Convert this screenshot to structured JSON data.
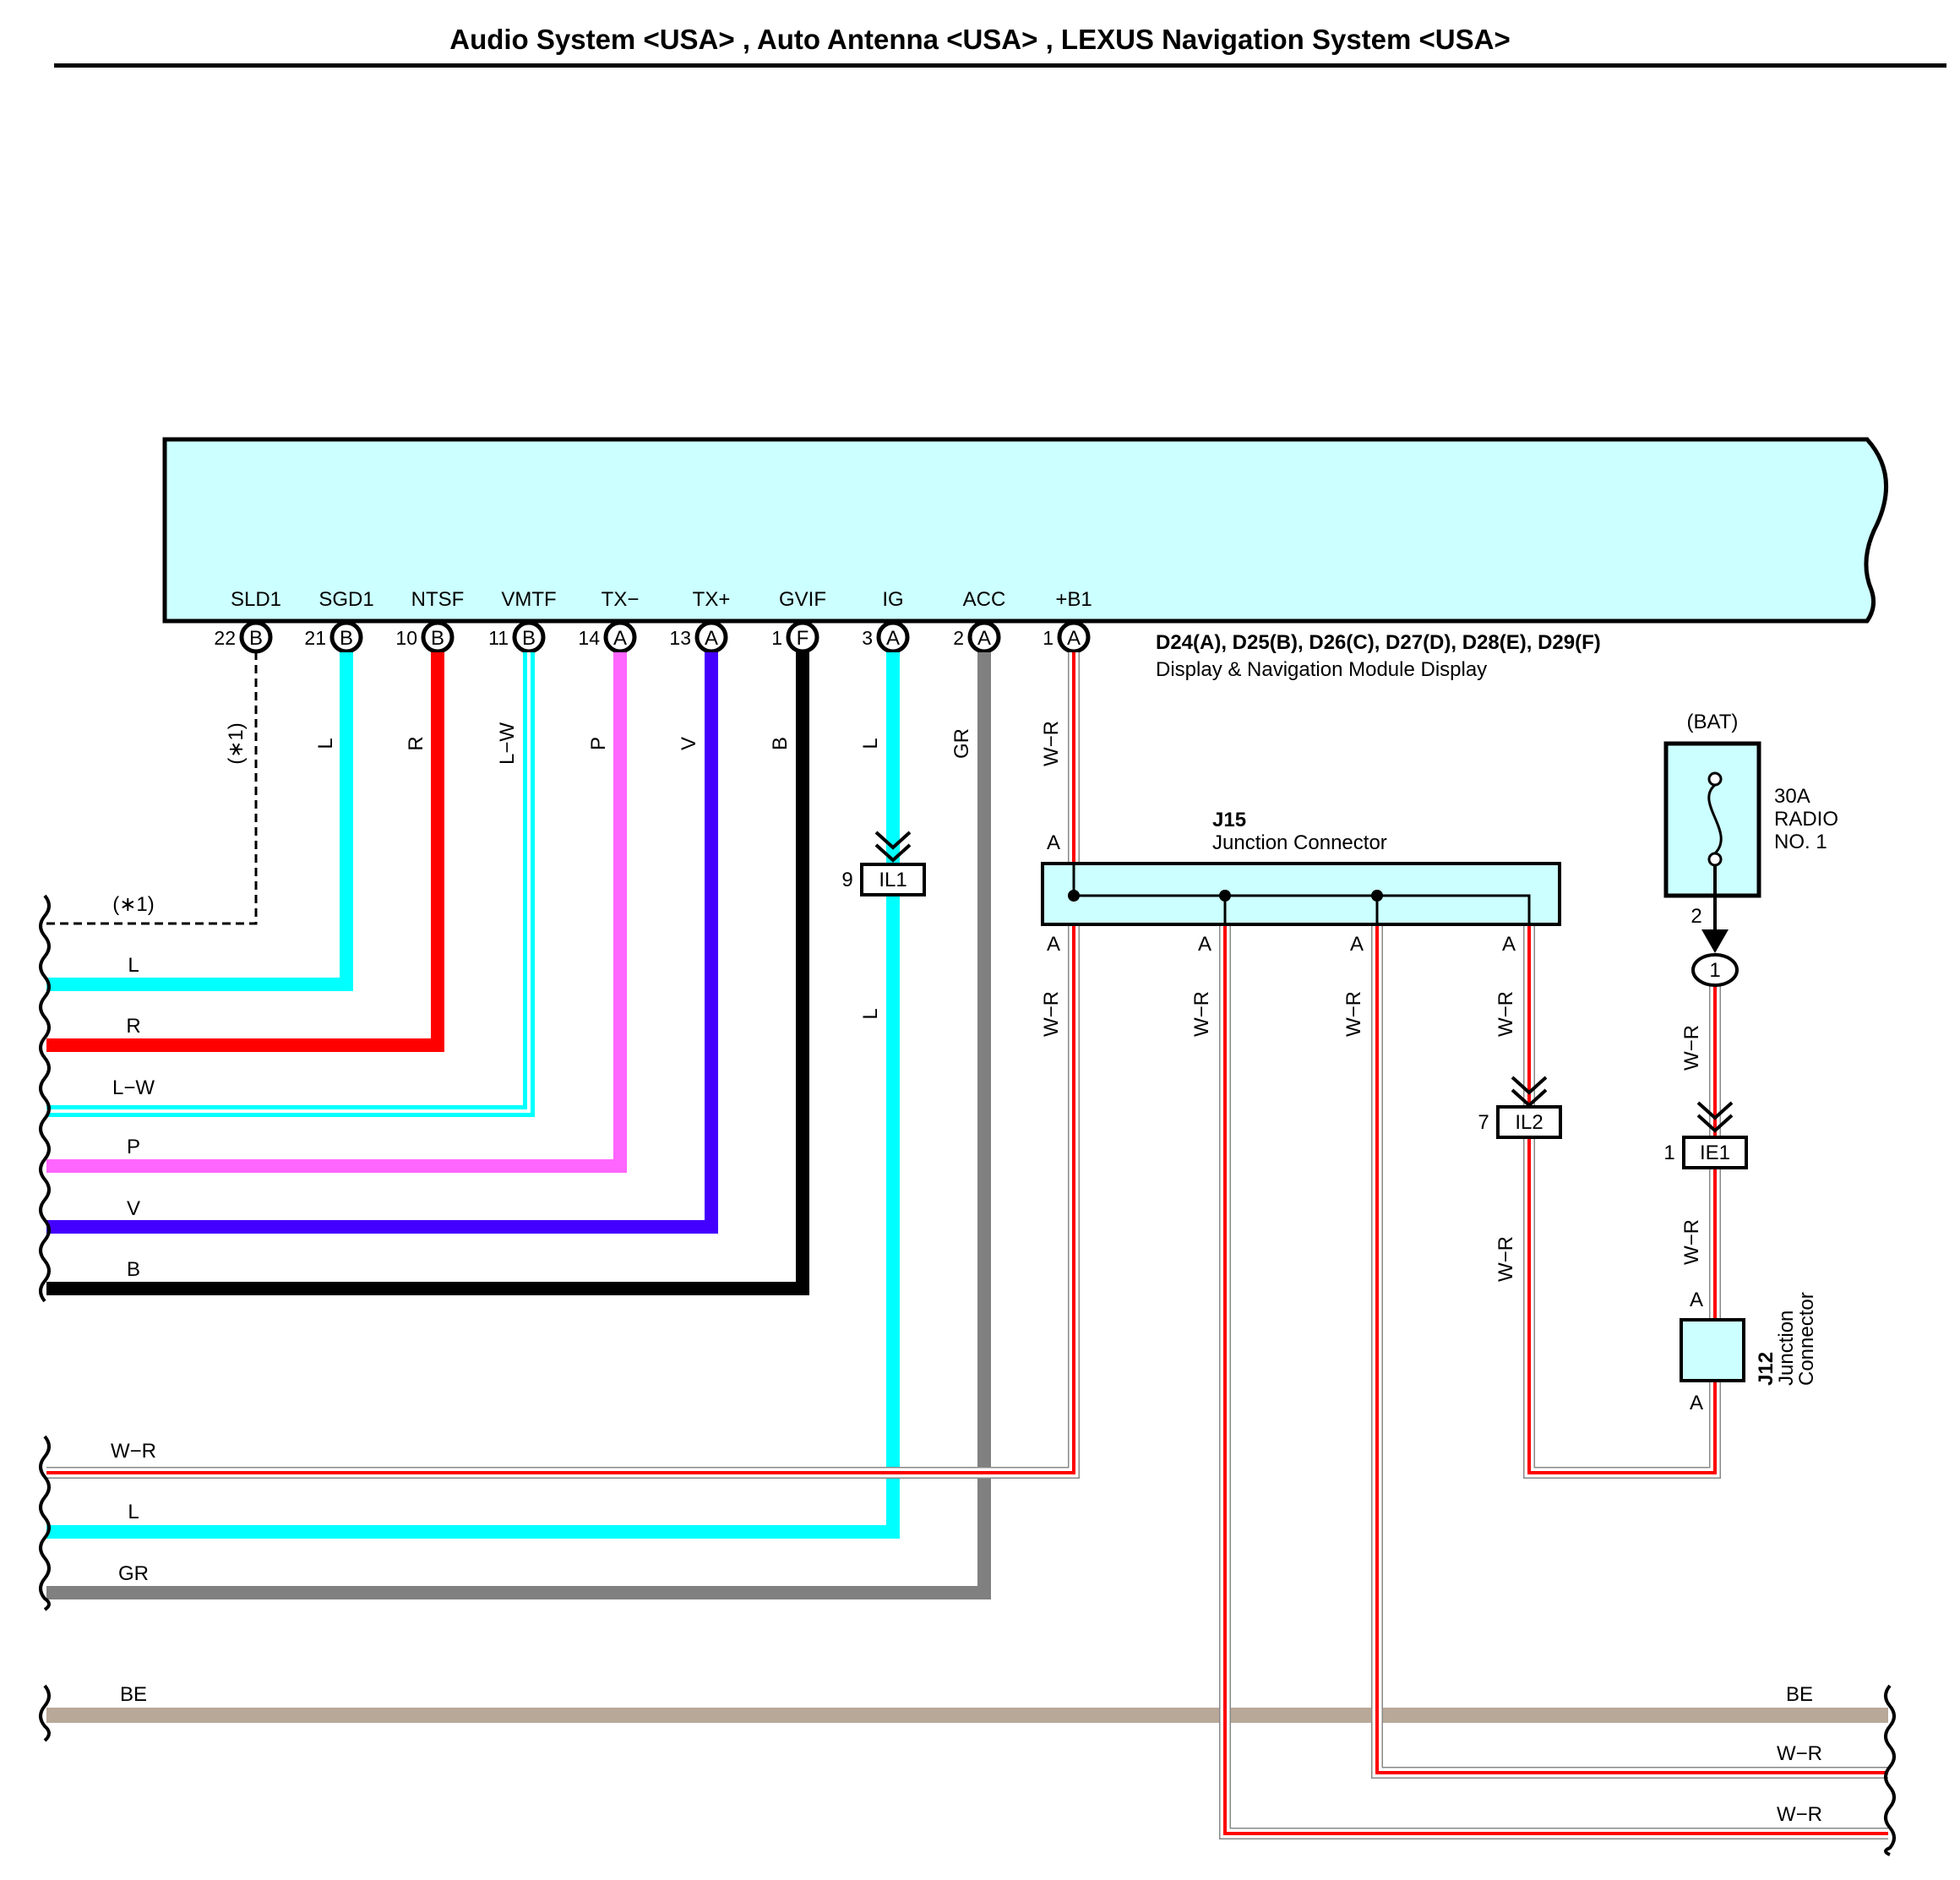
{
  "title": "Audio System <USA> , Auto Antenna <USA> , LEXUS Navigation System <USA>",
  "module": {
    "connectors": "D24(A), D25(B), D26(C), D27(D), D28(E), D29(F)",
    "name": "Display & Navigation Module Display",
    "pins": [
      {
        "name": "SLD1",
        "num": "22",
        "conn": "B"
      },
      {
        "name": "SGD1",
        "num": "21",
        "conn": "B"
      },
      {
        "name": "NTSF",
        "num": "10",
        "conn": "B"
      },
      {
        "name": "VMTF",
        "num": "11",
        "conn": "B"
      },
      {
        "name": "TX−",
        "num": "14",
        "conn": "A"
      },
      {
        "name": "TX+",
        "num": "13",
        "conn": "A"
      },
      {
        "name": "GVIF",
        "num": "1",
        "conn": "F"
      },
      {
        "name": "IG",
        "num": "3",
        "conn": "A"
      },
      {
        "name": "ACC",
        "num": "2",
        "conn": "A"
      },
      {
        "name": "+B1",
        "num": "1",
        "conn": "A"
      }
    ]
  },
  "wire_labels": {
    "sld1": "(∗1)",
    "sgd1": "L",
    "ntsf": "R",
    "vmtf": "L−W",
    "txm": "P",
    "txp": "V",
    "gvif": "B",
    "ig": "L",
    "acc": "GR",
    "b1": "W−R",
    "ig_lower": "L",
    "j15_in": "W−R",
    "j15_o1": "W−R",
    "j15_o2": "W−R",
    "j15_o3": "W−R",
    "il2_below": "W−R",
    "fuse_out": "W−R",
    "ie1_below": "W−R"
  },
  "left_bus": [
    "(∗1)",
    "L",
    "R",
    "L−W",
    "P",
    "V",
    "B",
    "W−R",
    "L",
    "GR",
    "BE"
  ],
  "right_bus": [
    "BE",
    "W−R",
    "W−R"
  ],
  "colors": {
    "light_blue": "#00FFFF",
    "red": "#FF0000",
    "pink": "#FF66FF",
    "violet": "#4400FF",
    "black": "#000000",
    "gray": "#808080",
    "beige": "#B8A898",
    "box_fill": "#CCFFFF"
  },
  "j15": {
    "id": "J15",
    "name": "Junction Connector",
    "pin": "A"
  },
  "il1": {
    "id": "IL1",
    "num": "9"
  },
  "il2": {
    "id": "IL2",
    "num": "7"
  },
  "ie1": {
    "id": "IE1",
    "num": "1"
  },
  "fuse": {
    "source": "(BAT)",
    "rating": "30A",
    "name1": "RADIO",
    "name2": "NO. 1",
    "pin": "2",
    "junction": "1"
  },
  "j12": {
    "id": "J12",
    "name1": "Junction",
    "name2": "Connector",
    "pin": "A"
  }
}
